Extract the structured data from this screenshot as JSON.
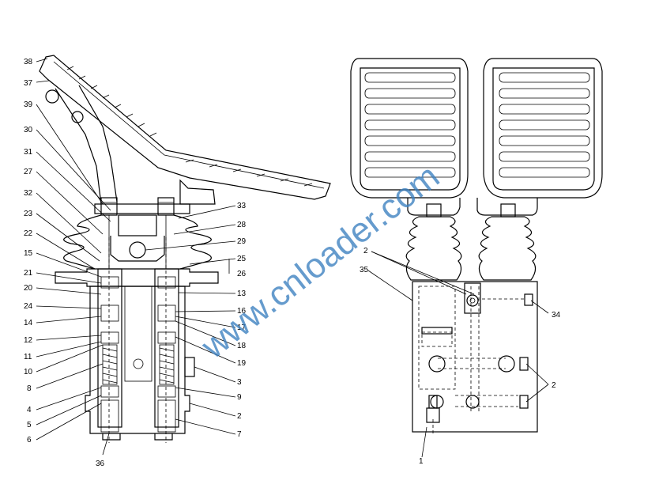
{
  "left_labels": [
    {
      "text": "38",
      "side": "left"
    },
    {
      "text": "37",
      "side": "left"
    },
    {
      "text": "39",
      "side": "left"
    },
    {
      "text": "30",
      "side": "left"
    },
    {
      "text": "31",
      "side": "left"
    },
    {
      "text": "27",
      "side": "left"
    },
    {
      "text": "32",
      "side": "left"
    },
    {
      "text": "23",
      "side": "left"
    },
    {
      "text": "22",
      "side": "left"
    },
    {
      "text": "15",
      "side": "left"
    },
    {
      "text": "21",
      "side": "left"
    },
    {
      "text": "20",
      "side": "left"
    },
    {
      "text": "24",
      "side": "left"
    },
    {
      "text": "14",
      "side": "left"
    },
    {
      "text": "12",
      "side": "left"
    },
    {
      "text": "11",
      "side": "left"
    },
    {
      "text": "10",
      "side": "left"
    },
    {
      "text": "8",
      "side": "left"
    },
    {
      "text": "4",
      "side": "left"
    },
    {
      "text": "5",
      "side": "left"
    },
    {
      "text": "6",
      "side": "left"
    }
  ],
  "right_labels": [
    {
      "text": "33"
    },
    {
      "text": "28"
    },
    {
      "text": "29"
    },
    {
      "text": "25"
    },
    {
      "text": "26"
    },
    {
      "text": "13"
    },
    {
      "text": "16"
    },
    {
      "text": "17"
    },
    {
      "text": "18"
    },
    {
      "text": "19"
    },
    {
      "text": "3"
    },
    {
      "text": "9"
    },
    {
      "text": "2"
    },
    {
      "text": "7"
    }
  ],
  "bottom_label": "36",
  "side_view_labels": [
    {
      "text": "2"
    },
    {
      "text": "35"
    },
    {
      "text": "34"
    },
    {
      "text": "2"
    },
    {
      "text": "1"
    }
  ],
  "watermark": "www.cnloader.com"
}
